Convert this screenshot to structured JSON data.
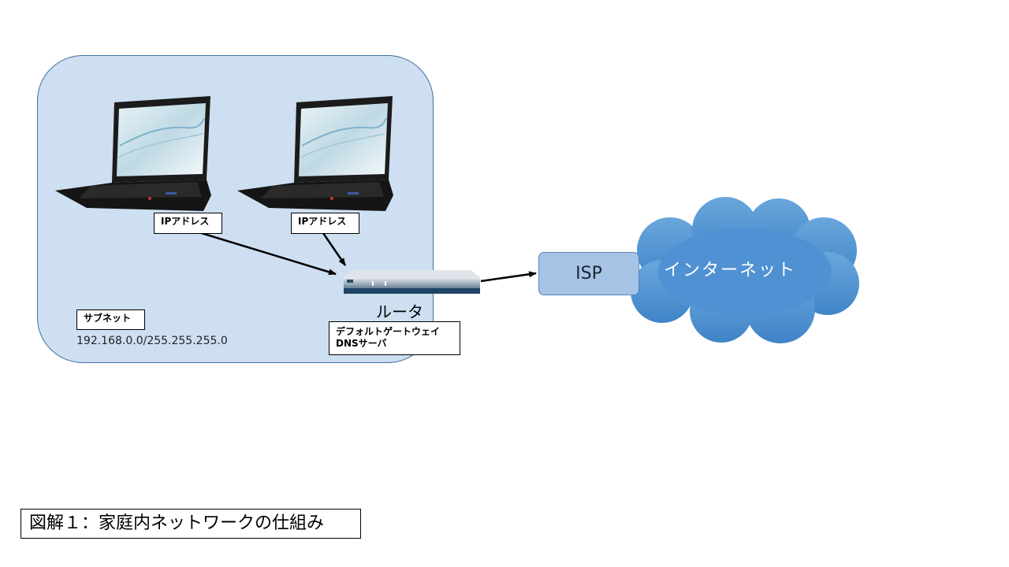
{
  "subnet": {
    "label": "サブネット",
    "address": "192.168.0.0/255.255.255.0"
  },
  "pcs": [
    {
      "ip_label": "IPアドレス",
      "icon": "laptop-icon"
    },
    {
      "ip_label": "IPアドレス",
      "icon": "laptop-icon"
    }
  ],
  "router": {
    "label": "ルータ",
    "role_line1": "デフォルトゲートウェイ",
    "role_line2": "DNSサーバ",
    "icon": "router-icon"
  },
  "isp": {
    "label": "ISP"
  },
  "internet": {
    "label": "インターネット",
    "icon": "cloud-icon"
  },
  "caption": "図解１：家庭内ネットワークの仕組み",
  "colors": {
    "subnet_fill": "#cddff1",
    "cloud_fill": "#5b9bd5",
    "isp_fill": "#a7c4e6"
  }
}
